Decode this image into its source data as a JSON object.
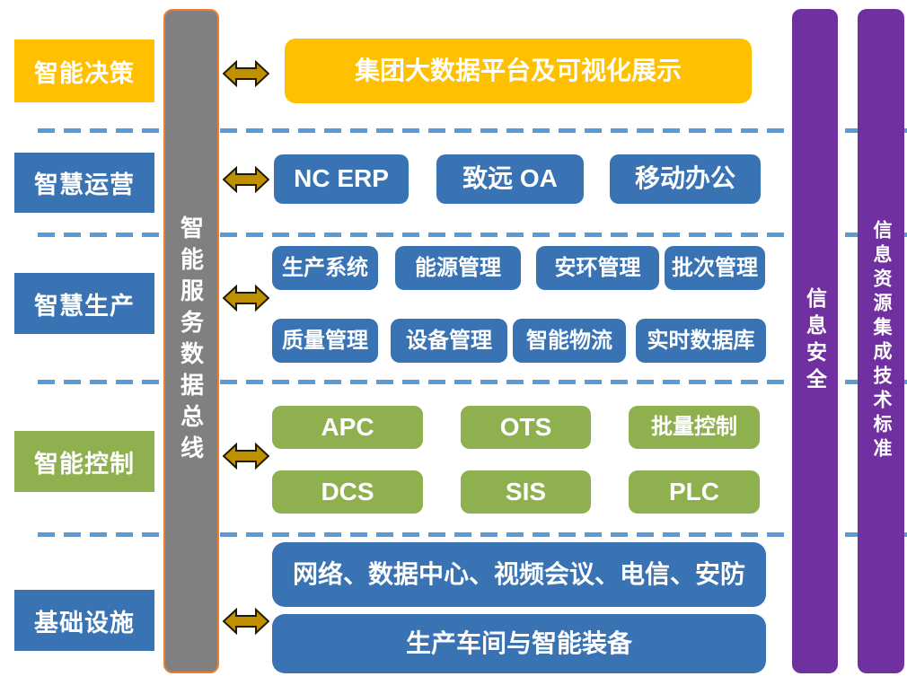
{
  "diagram": {
    "bus": {
      "label": "智能服务数据总线"
    },
    "side_bars": {
      "security": {
        "label": "信息安全"
      },
      "standards": {
        "label": "信息资源集成技术标准"
      }
    },
    "rows": [
      {
        "name": "decision",
        "left": "智能决策",
        "boxes": [
          "集团大数据平台及可视化展示"
        ]
      },
      {
        "name": "operation",
        "left": "智慧运营",
        "boxes": [
          "NC ERP",
          "致远 OA",
          "移动办公"
        ]
      },
      {
        "name": "production",
        "left": "智慧生产",
        "boxes_line1": [
          "生产系统",
          "能源管理",
          "安环管理",
          "批次管理"
        ],
        "boxes_line2": [
          "质量管理",
          "设备管理",
          "智能物流",
          "实时数据库"
        ]
      },
      {
        "name": "control",
        "left": "智能控制",
        "boxes_line1": [
          "APC",
          "OTS",
          "批量控制"
        ],
        "boxes_line2": [
          "DCS",
          "SIS",
          "PLC"
        ]
      },
      {
        "name": "infrastructure",
        "left": "基础设施",
        "boxes_line1": [
          "网络、数据中心、视频会议、电信、安防"
        ],
        "boxes_line2": [
          "生产车间与智能装备"
        ]
      }
    ],
    "icons": {
      "connector": "double-headed-arrow"
    },
    "colors": {
      "yellow": "#FFC000",
      "blue": "#3973B3",
      "green": "#8EB04E",
      "purple": "#7030A0",
      "bus_gray": "#808080",
      "bus_border_orange": "#ED7D31",
      "divider_blue": "#5B9BD5",
      "arrow_gold": "#BF9000"
    }
  }
}
